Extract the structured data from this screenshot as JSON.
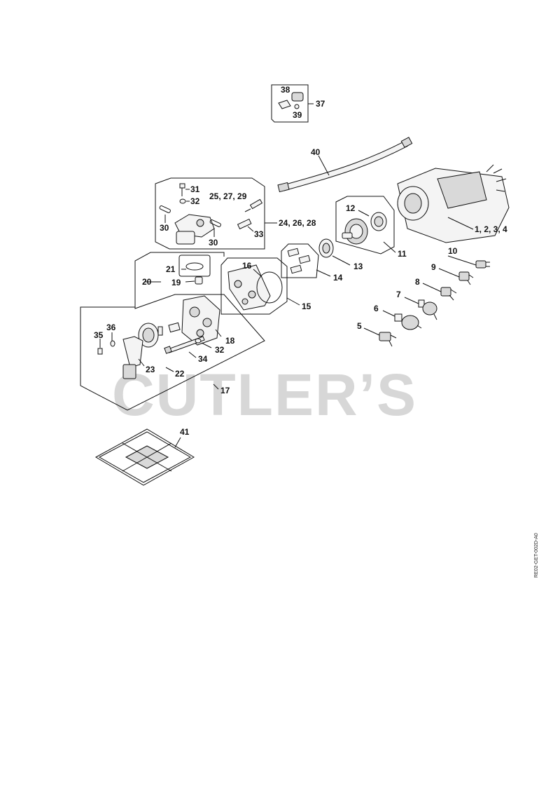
{
  "watermark": "CUTLER’S",
  "document_code": "RE02-GET-002D-A0",
  "callouts": {
    "c1234": "1, 2, 3, 4",
    "c5": "5",
    "c6": "6",
    "c7": "7",
    "c8": "8",
    "c9": "9",
    "c10": "10",
    "c11": "11",
    "c12": "12",
    "c13": "13",
    "c14": "14",
    "c15": "15",
    "c16": "16",
    "c17": "17",
    "c18": "18",
    "c19": "19",
    "c20": "20",
    "c21": "21",
    "c22": "22",
    "c23": "23",
    "c242628": "24, 26, 28",
    "c252729": "25, 27, 29",
    "c30a": "30",
    "c30b": "30",
    "c31": "31",
    "c32a": "32",
    "c32b": "32",
    "c33": "33",
    "c34": "34",
    "c35": "35",
    "c36": "36",
    "c37": "37",
    "c38": "38",
    "c39": "39",
    "c40": "40",
    "c41": "41"
  }
}
